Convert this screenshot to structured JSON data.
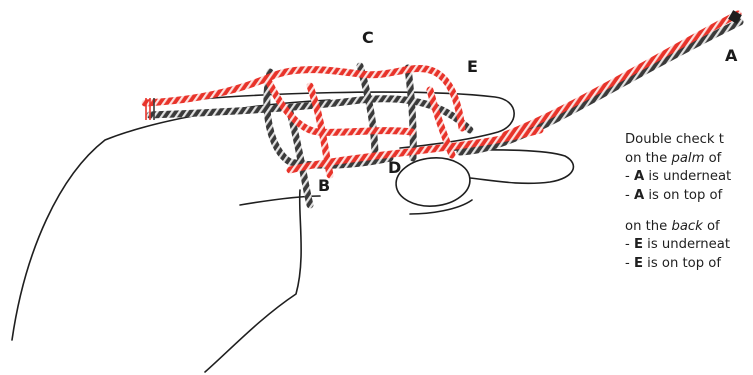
{
  "diagram": {
    "colors": {
      "red": "#e8332a",
      "dark": "#3a3a3a",
      "outline": "#1f1f1f"
    },
    "labels": {
      "a": "A",
      "b": "B",
      "c": "C",
      "d": "D",
      "e": "E"
    }
  },
  "notes": {
    "palm_prefix": "on the ",
    "palm_word": "palm",
    "palm_suffix": " of",
    "back_prefix": "on the ",
    "back_word": "back",
    "back_suffix": " of",
    "lines": [
      {
        "prefix": "Double check t",
        "bold": "",
        "suffix": ""
      },
      {
        "prefix": "- ",
        "bold": "A",
        "suffix": " is underneat"
      },
      {
        "prefix": "- ",
        "bold": "A",
        "suffix": " is on top of"
      },
      {
        "prefix": "- ",
        "bold": "E",
        "suffix": " is underneat"
      },
      {
        "prefix": "- ",
        "bold": "E",
        "suffix": " is on top of"
      }
    ]
  }
}
